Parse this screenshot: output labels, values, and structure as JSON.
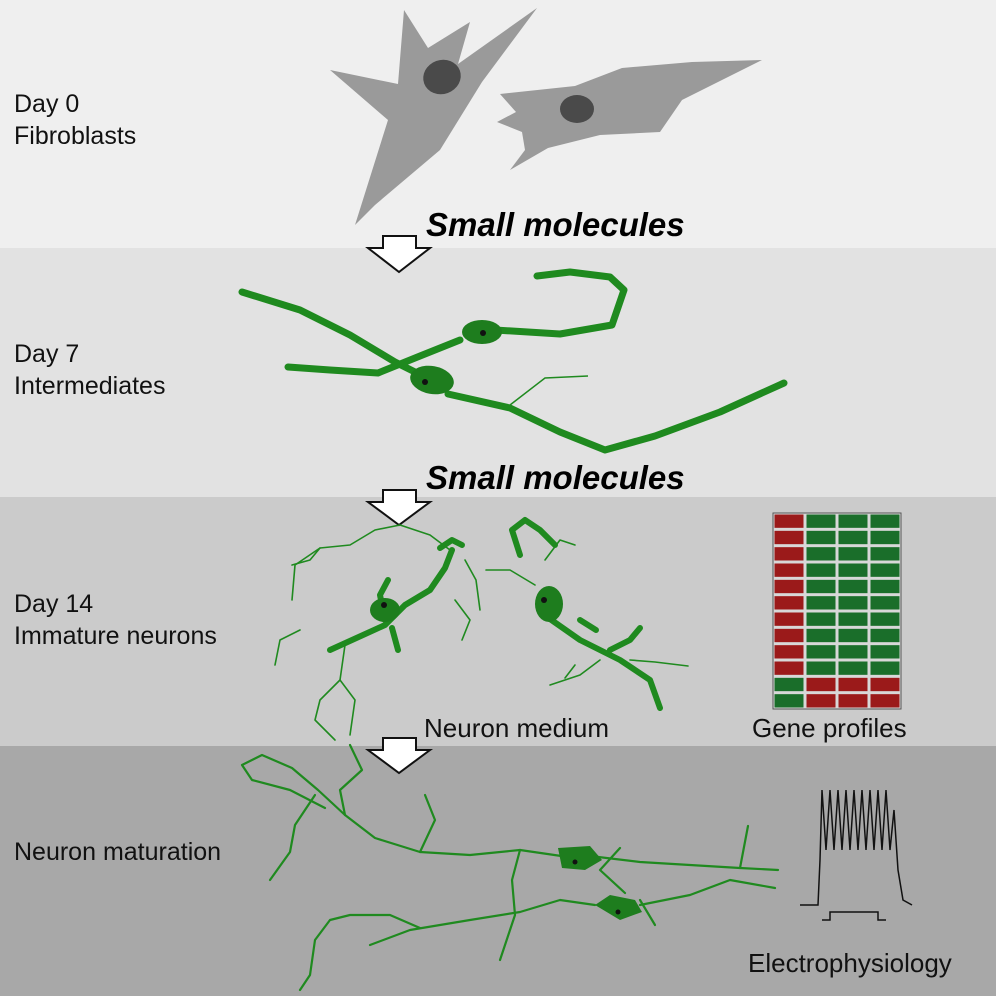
{
  "stages": [
    {
      "line1": "Day 0",
      "line2": "Fibroblasts"
    },
    {
      "line1": "Day 7",
      "line2": "Intermediates"
    },
    {
      "line1": "Day 14",
      "line2": "Immature neurons"
    },
    {
      "line1": "Neuron maturation",
      "line2": ""
    }
  ],
  "transitions": [
    "Small molecules",
    "Small molecules",
    "Neuron medium"
  ],
  "readouts": {
    "gene": "Gene profiles",
    "ephys": "Electrophysiology"
  },
  "colors": {
    "neuron": "#1f8a1f",
    "soma": "#1e7d1e",
    "fibroblast": "#9a9a9a",
    "nucleus": "#4a4a4a",
    "heat_red": "#9b1a1a",
    "heat_green": "#1a6e2a"
  },
  "heatmap": {
    "rows": 12,
    "cols": 4,
    "red_left_rows": 10
  }
}
